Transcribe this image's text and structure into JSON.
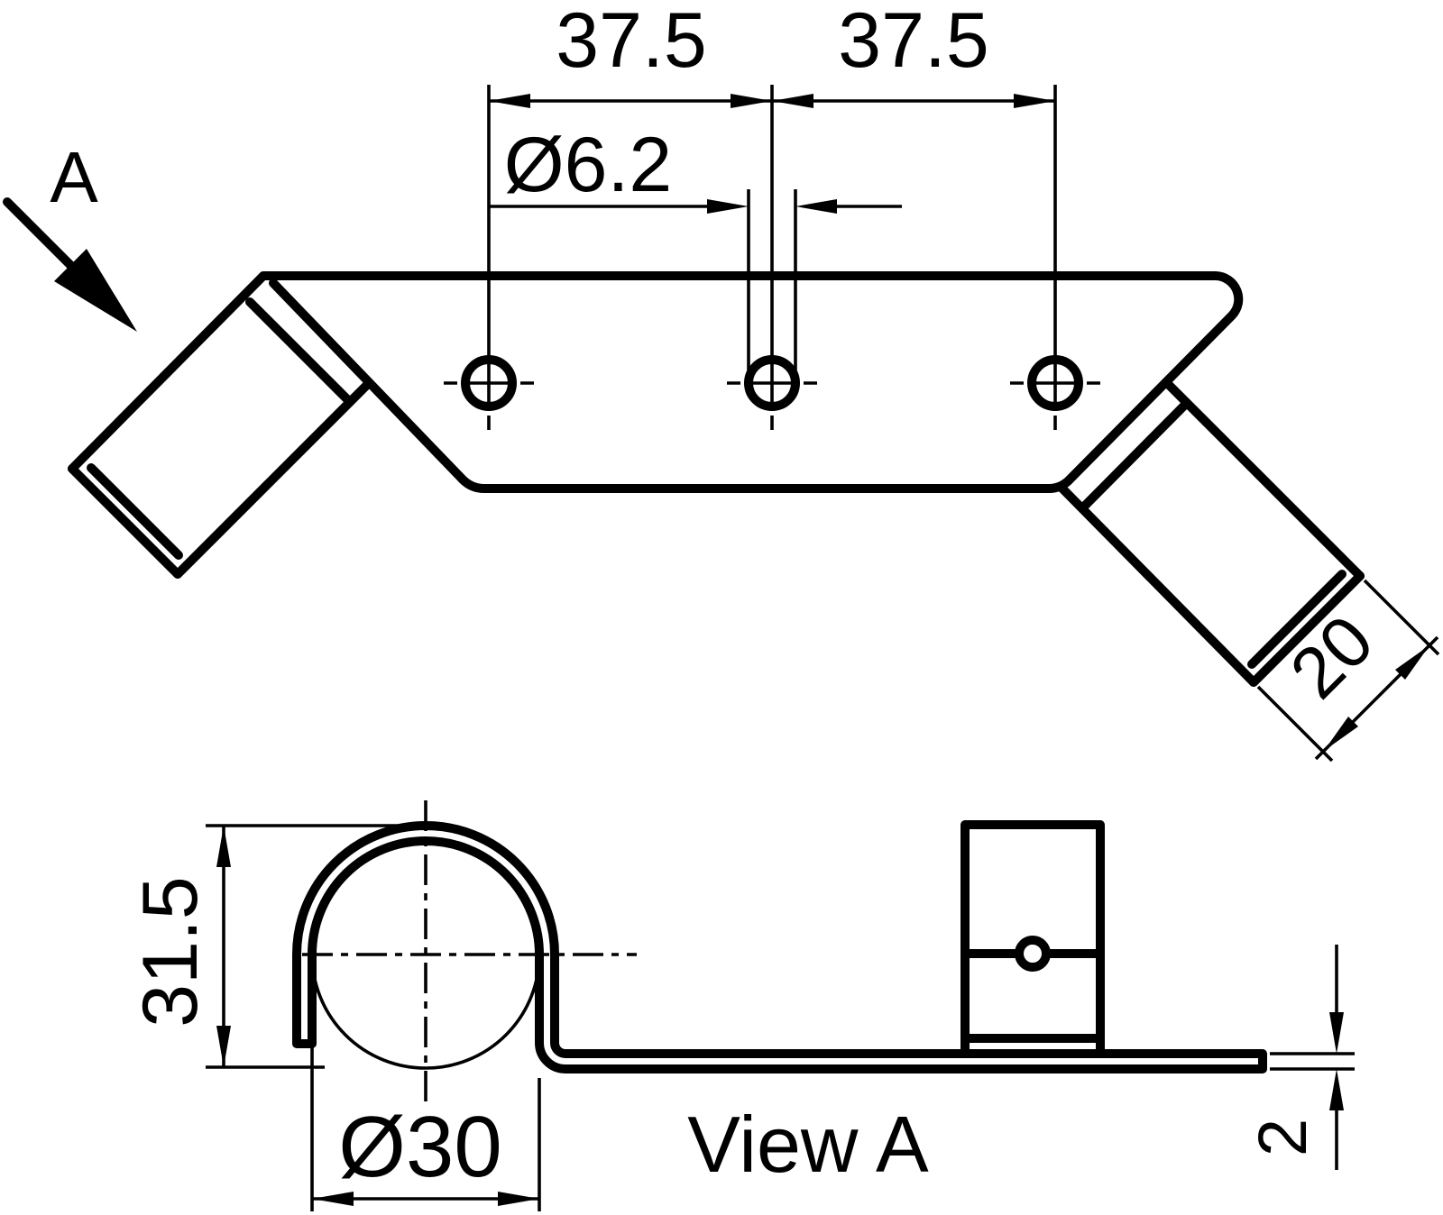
{
  "drawing": {
    "type": "engineering-2d-technical-drawing",
    "background_color": "#ffffff",
    "line_color": "#000000",
    "views": {
      "main_view": {
        "description": "bracket plan view with three holes and two 45-degree bent end tabs",
        "view_direction_label": "A",
        "dimensions": {
          "hole_spacing_left": "37.5",
          "hole_spacing_right": "37.5",
          "hole_diameter": "Ø6.2",
          "tab_end_width": "20"
        },
        "hole_count": 3
      },
      "view_a": {
        "caption": "View A",
        "description": "side view showing tube clamp curl, flat base and upright tab",
        "dimensions": {
          "clamp_height": "31.5",
          "tube_diameter": "Ø30",
          "sheet_thickness": "2"
        }
      }
    }
  }
}
